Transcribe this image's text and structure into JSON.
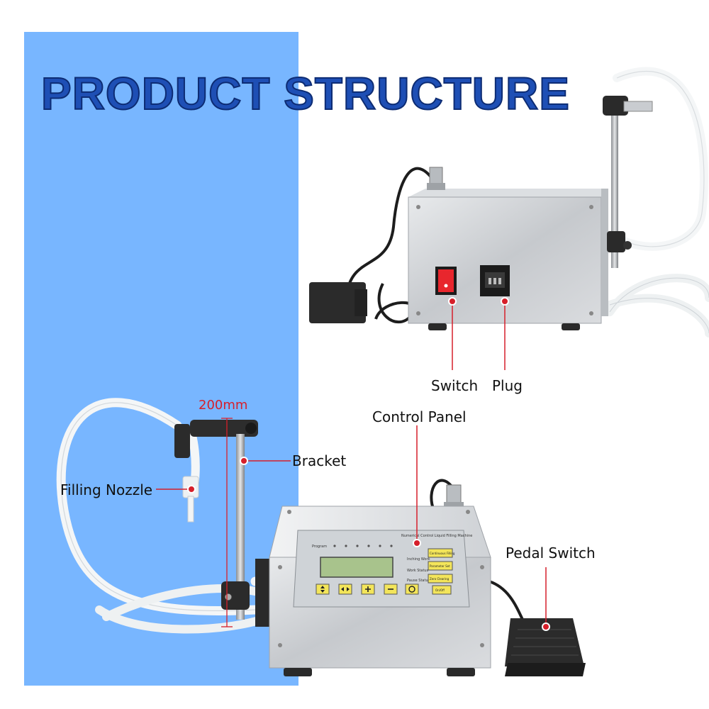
{
  "title": "PRODUCT STRUCTURE",
  "labels": {
    "switch": "Switch",
    "plug": "Plug",
    "control_panel": "Control Panel",
    "bracket": "Bracket",
    "filling_nozzle": "Filling Nozzle",
    "pedal_switch": "Pedal Switch",
    "dimension": "200mm"
  },
  "panel_text": {
    "header": "Numerical Control Liquid Filling Machine",
    "program": "Program",
    "inching_work": "Inching Work",
    "work_status": "Work Status",
    "pause_status": "Pause Status",
    "continuous_filling": "Continuous Filling",
    "parameter_set": "Parameter Set",
    "zero_clearing": "Zero Clearing",
    "on_off": "On/Off"
  },
  "colors": {
    "panel_blue": "#78b6ff",
    "title_blue": "#1e4fb5",
    "accent_red": "#d61f2a",
    "steel": "#cfd2d6"
  },
  "icons": [
    "up-down-icon",
    "left-right-icon",
    "plus-icon",
    "minus-icon",
    "circle-icon"
  ]
}
